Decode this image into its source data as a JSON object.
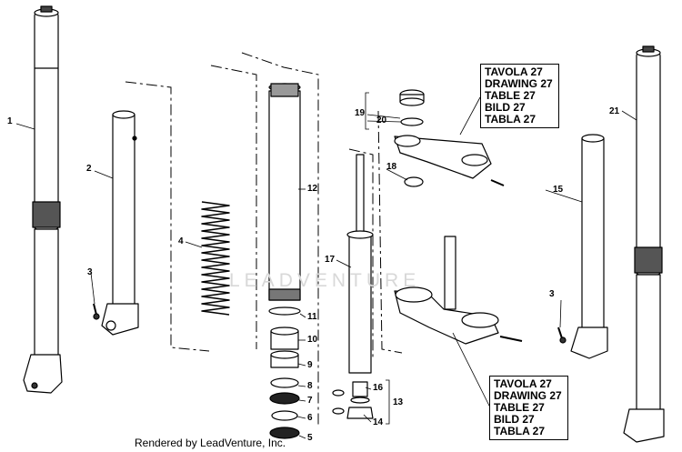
{
  "callouts": {
    "c1": "1",
    "c2": "2",
    "c3a": "3",
    "c3b": "3",
    "c4": "4",
    "c5": "5",
    "c6": "6",
    "c7": "7",
    "c8": "8",
    "c9": "9",
    "c10": "10",
    "c11": "11",
    "c12": "12",
    "c13": "13",
    "c14": "14",
    "c15": "15",
    "c16": "16",
    "c17": "17",
    "c18": "18",
    "c19": "19",
    "c20": "20",
    "c21": "21"
  },
  "ref_box_top": [
    "TAVOLA 27",
    "DRAWING 27",
    "TABLE 27",
    "BILD 27",
    "TABLA 27"
  ],
  "ref_box_bottom": [
    "TAVOLA 27",
    "DRAWING 27",
    "TABLE 27",
    "BILD 27",
    "TABLA 27"
  ],
  "watermark": "LEADVENTURE",
  "footer": "Rendered by LeadVenture, Inc."
}
